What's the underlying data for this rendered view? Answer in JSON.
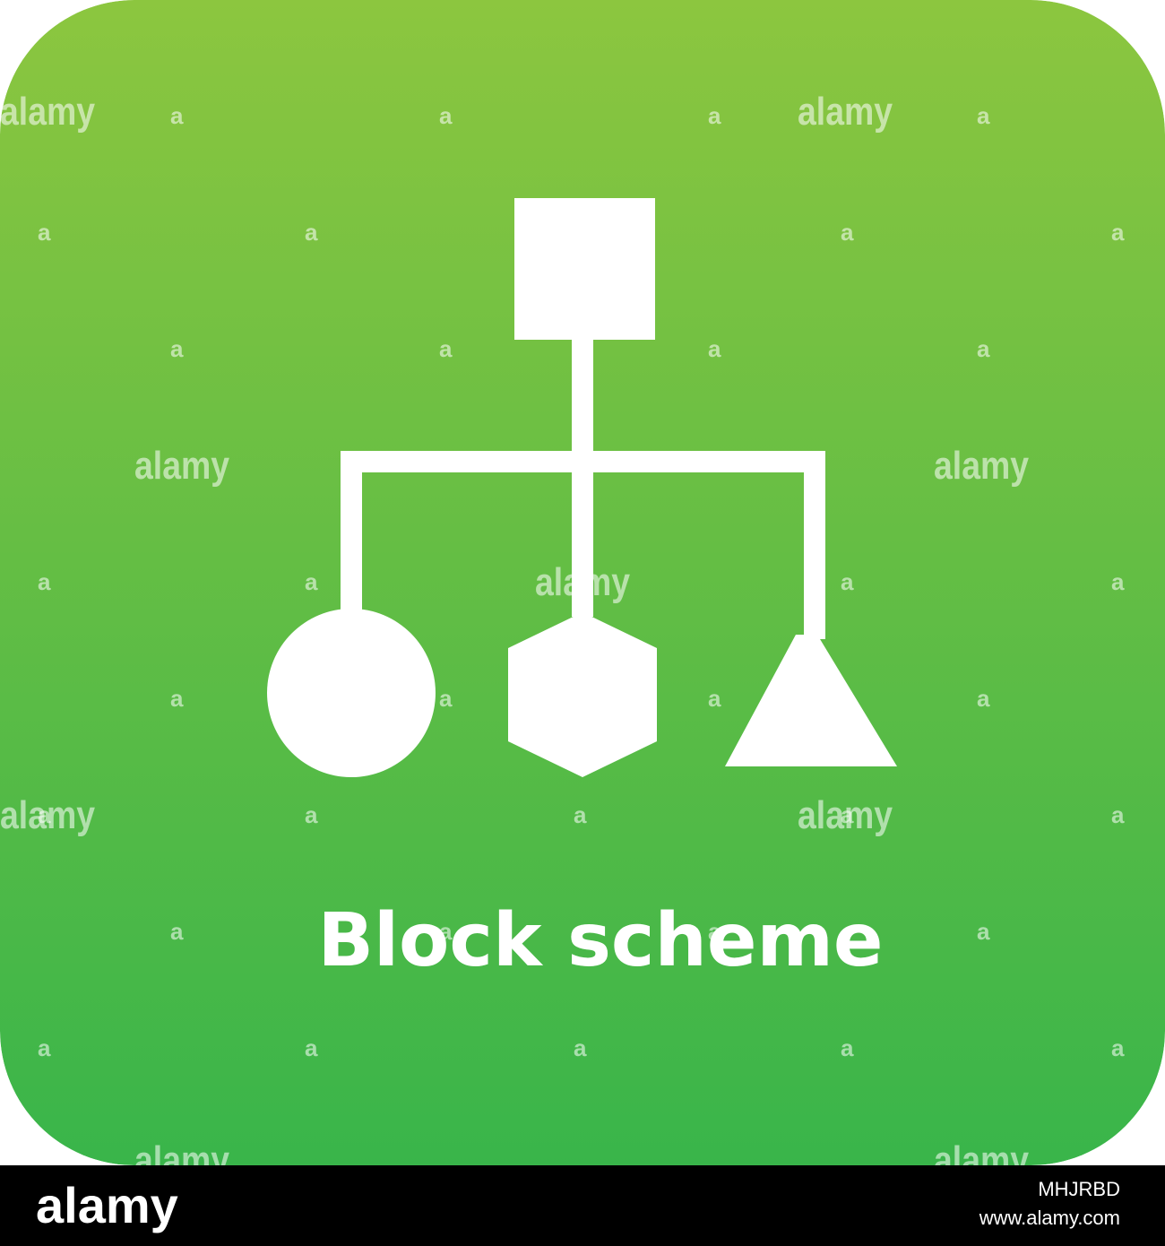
{
  "icon": {
    "caption": "Block scheme",
    "symbol": "block-scheme-icon",
    "colors": {
      "gradient_top": "#8cc63f",
      "gradient_bottom": "#39b54a",
      "foreground": "#ffffff"
    }
  },
  "watermark": {
    "word": "alamy",
    "letter": "a"
  },
  "footer": {
    "logo": "alamy",
    "image_id": "MHJRBD",
    "url": "www.alamy.com",
    "background": "#000000"
  }
}
